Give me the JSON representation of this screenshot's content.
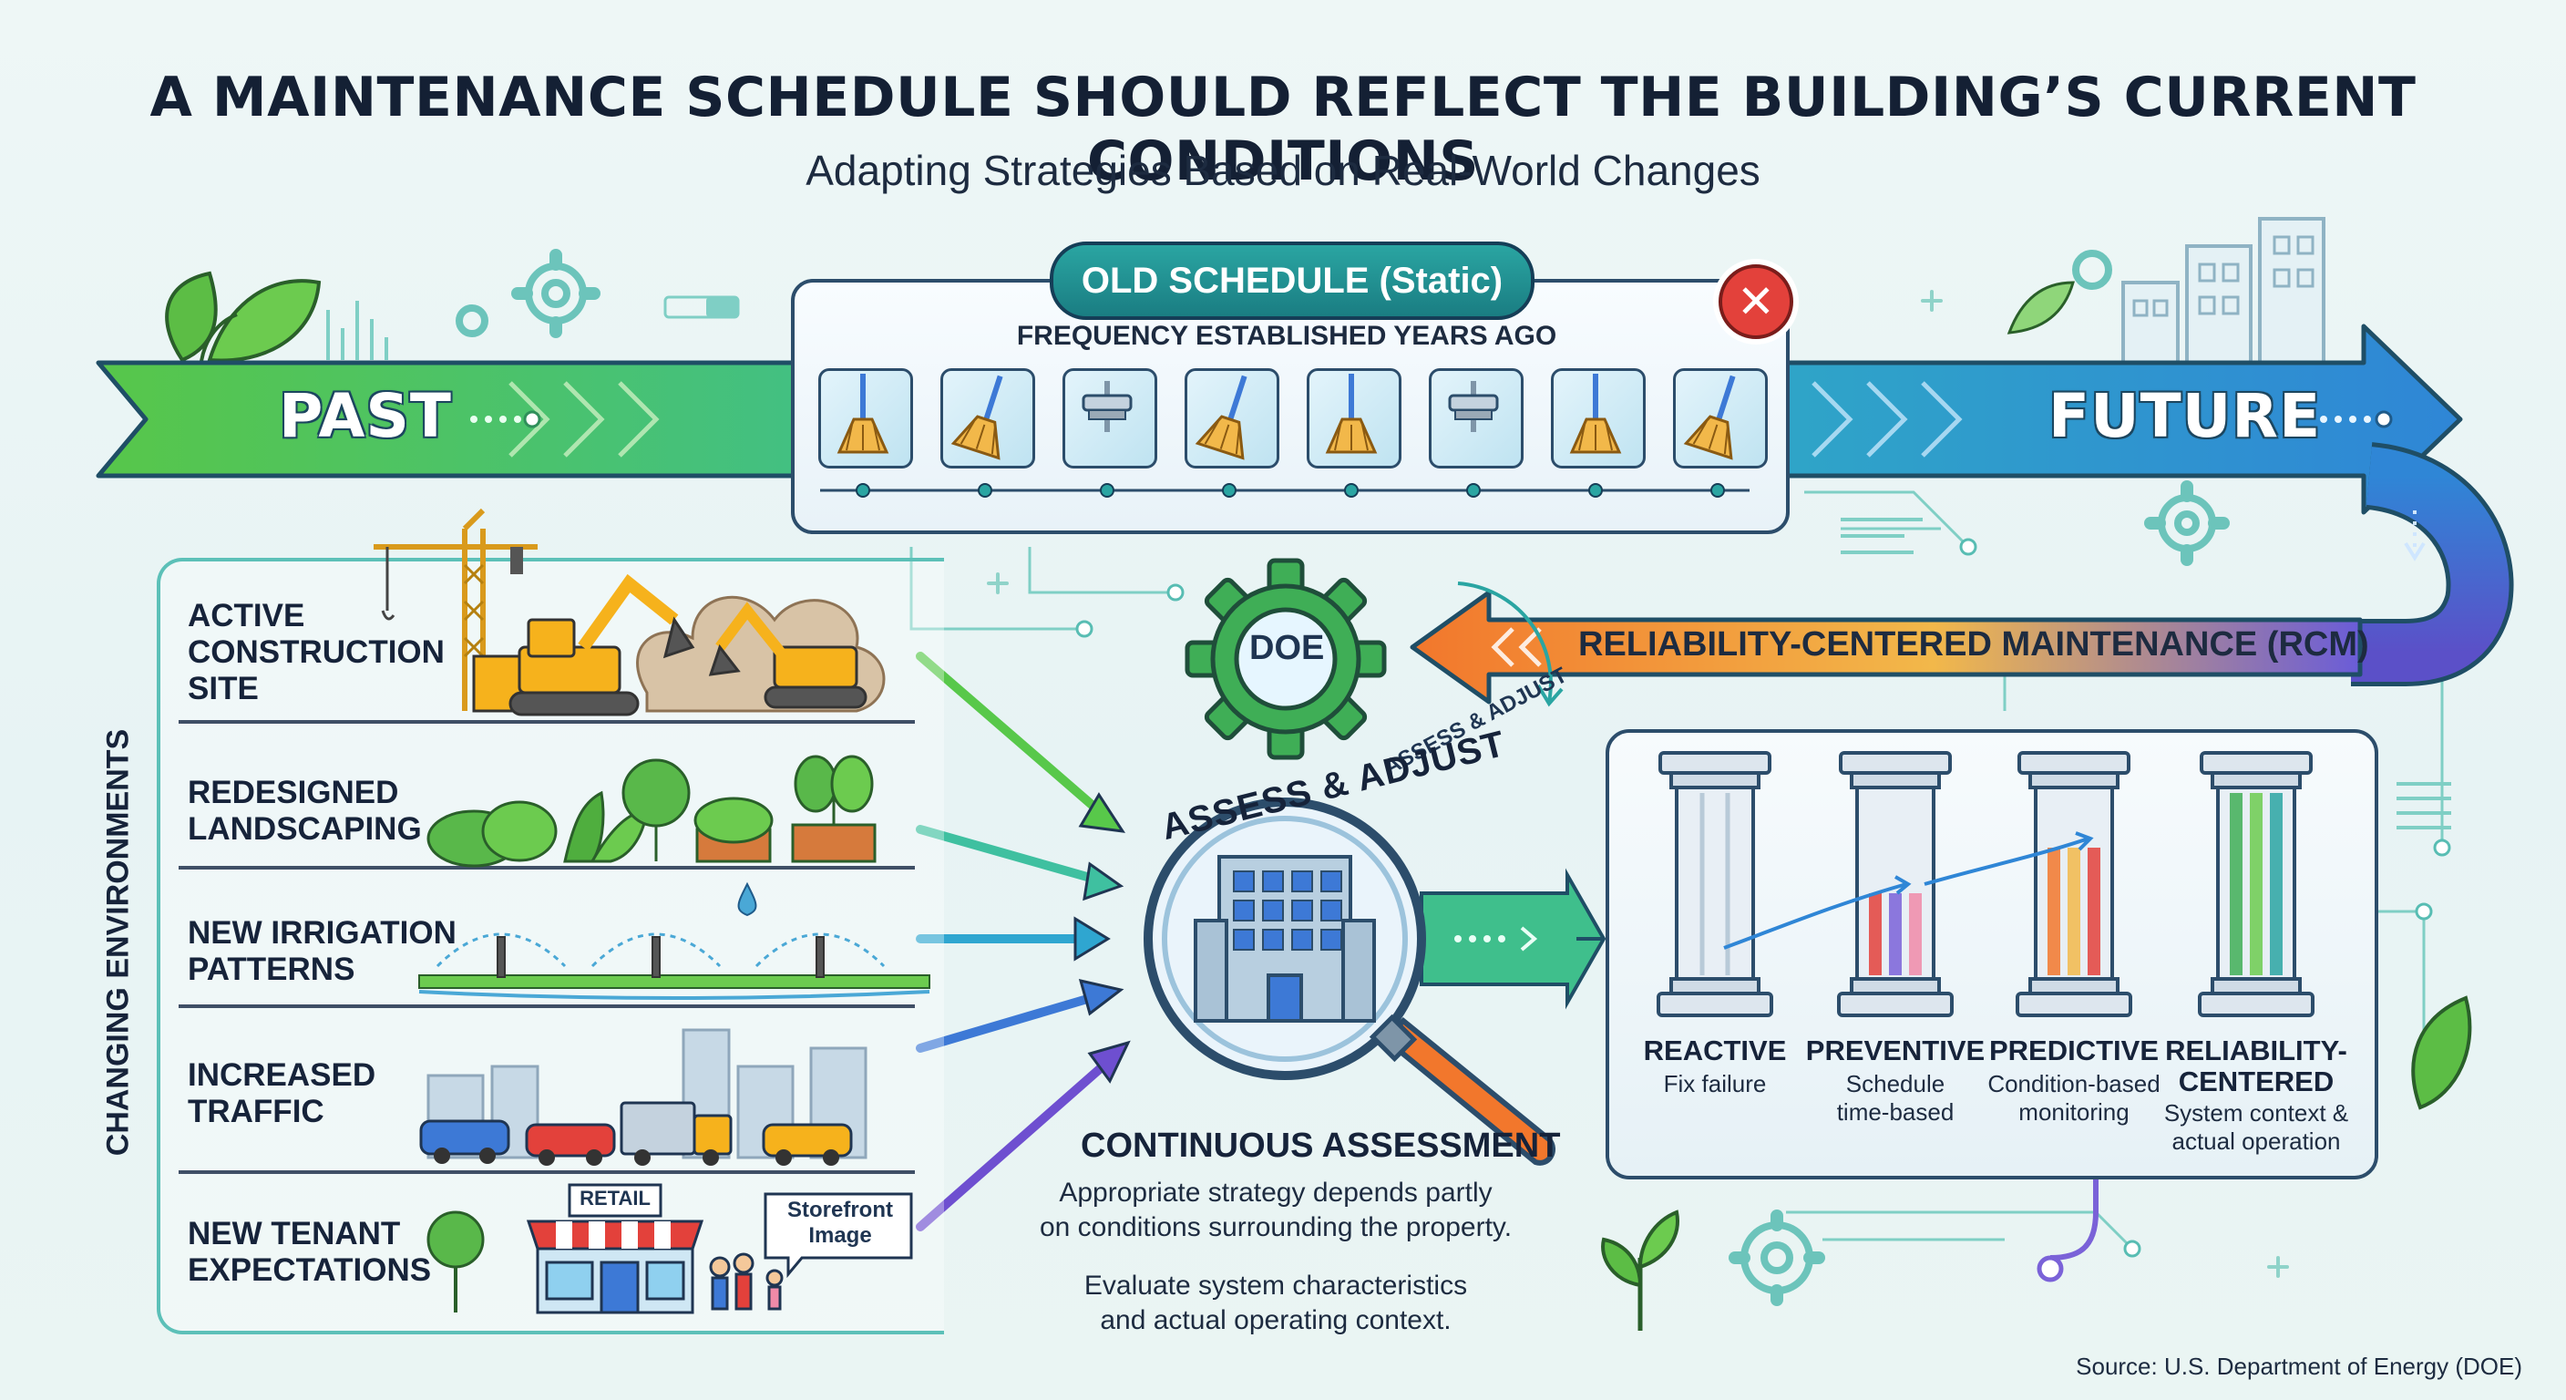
{
  "title": "A MAINTENANCE SCHEDULE SHOULD REFLECT THE BUILDING’S CURRENT CONDITIONS",
  "subtitle": "Adapting Strategies Based on Real-World Changes",
  "timeline": {
    "past": "PAST",
    "future": "FUTURE"
  },
  "old_schedule": {
    "label": "OLD SCHEDULE (Static)",
    "frequency": "FREQUENCY ESTABLISHED YEARS AGO",
    "tools": [
      "broom-icon",
      "broom-icon",
      "brush-icon",
      "broom-icon",
      "broom-icon",
      "brush-icon",
      "broom-icon",
      "broom-icon"
    ]
  },
  "environments": {
    "heading": "CHANGING ENVIRONMENTS",
    "items": [
      {
        "label": "ACTIVE\nCONSTRUCTION\nSITE",
        "icon": "construction-site-icon"
      },
      {
        "label": "REDESIGNED\nLANDSCAPING",
        "icon": "landscaping-icon"
      },
      {
        "label": "NEW IRRIGATION\nPATTERNS",
        "icon": "sprinkler-icon"
      },
      {
        "label": "INCREASED\nTRAFFIC",
        "icon": "traffic-icon"
      },
      {
        "label": "NEW TENANT\nEXPECTATIONS",
        "icon": "storefront-icon"
      }
    ],
    "retail_sign": "RETAIL",
    "storefront_bubble": "Storefront\nImage"
  },
  "doe_label": "DOE",
  "assess_small": "ASSESS & ADJUST",
  "assess_big": "ASSESS & ADJUST",
  "rcm_label": "RELIABILITY-CENTERED MAINTENANCE (RCM)",
  "pillars": [
    {
      "title": "REACTIVE",
      "desc": "Fix failure"
    },
    {
      "title": "PREVENTIVE",
      "desc": "Schedule\ntime-based"
    },
    {
      "title": "PREDICTIVE",
      "desc": "Condition-based\nmonitoring"
    },
    {
      "title": "RELIABILITY-\nCENTERED",
      "desc": "System context &\nactual operation"
    }
  ],
  "assessment": {
    "title": "CONTINUOUS ASSESSMENT",
    "text1": "Appropriate strategy depends partly\non conditions surrounding the property.",
    "text2": "Evaluate system characteristics\nand actual operating context."
  },
  "source": "Source: U.S. Department of Energy (DOE)",
  "colors": {
    "past_green": "#57c64a",
    "future_blue": "#2f86d6",
    "rcm_orange": "#f2772c",
    "teal": "#2aa5a2",
    "outline": "#2c4d6b",
    "alert_red": "#e3413b"
  }
}
